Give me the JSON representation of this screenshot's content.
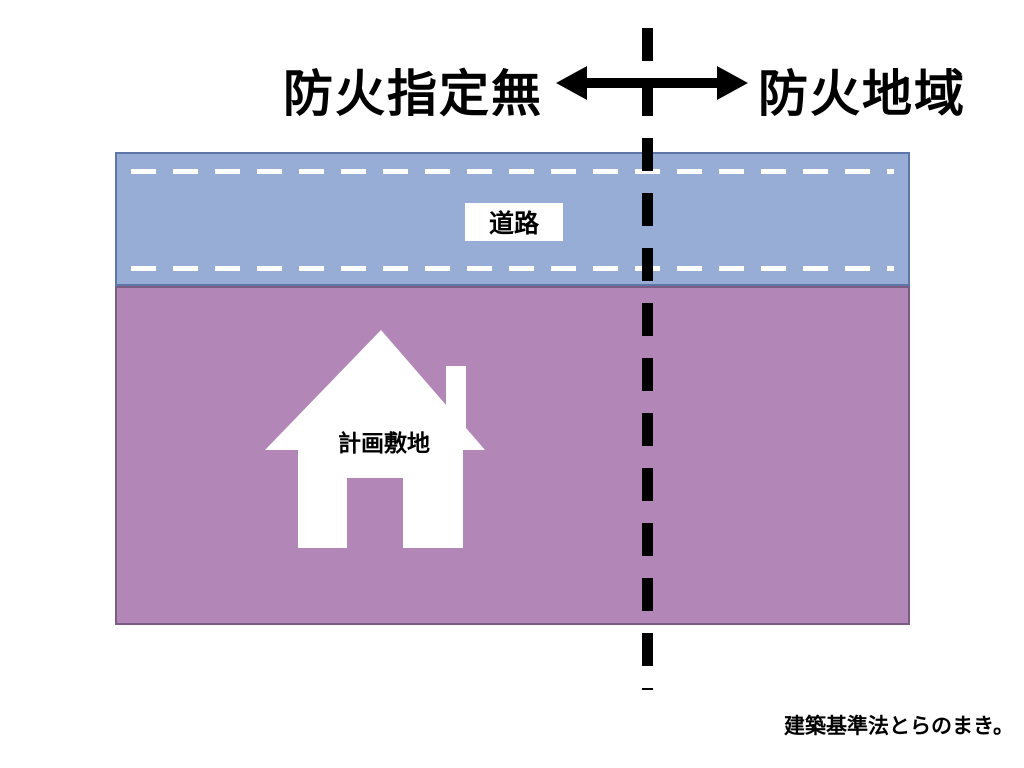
{
  "labels": {
    "zone_left": "防火指定無",
    "zone_right": "防火地域",
    "road": "道路",
    "site": "計画敷地",
    "credit": "建築基準法とらのまき。"
  },
  "colors": {
    "road_fill": "#98add5",
    "road_border": "#5f77a8",
    "site_fill": "#b287b8",
    "site_border": "#7c5c85",
    "divider": "#000000",
    "house_fill": "#ffffff"
  }
}
